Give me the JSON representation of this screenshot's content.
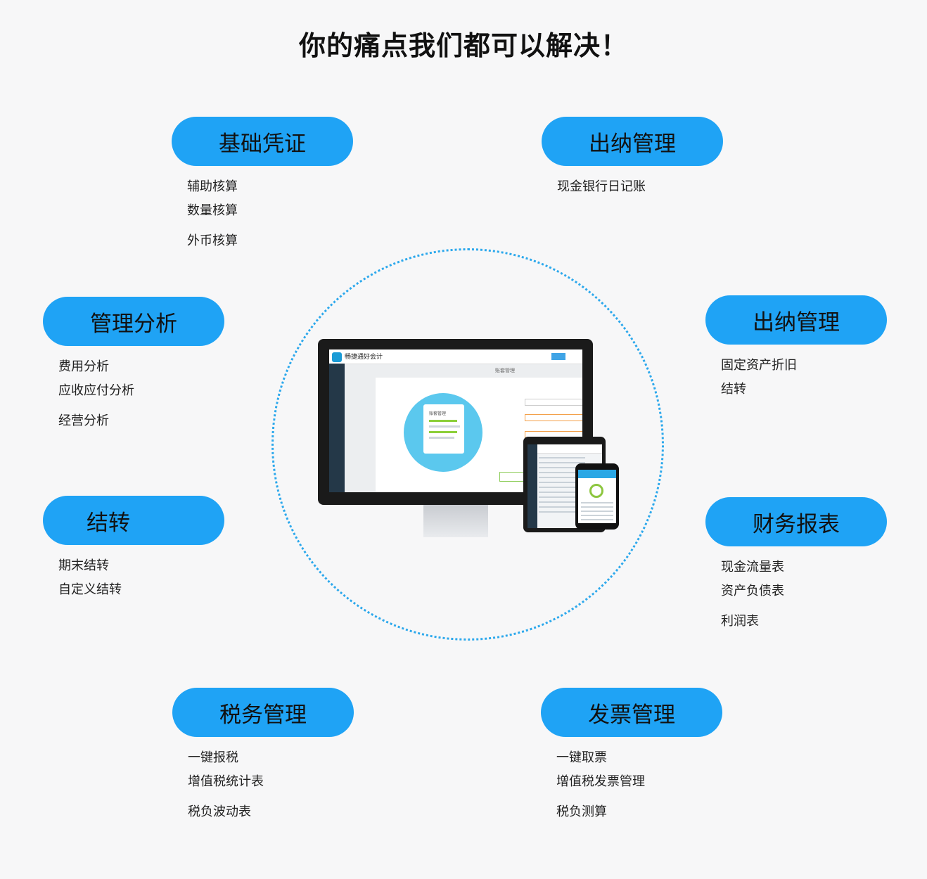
{
  "page": {
    "title": "你的痛点我们都可以解决！"
  },
  "modules": [
    {
      "title": "基础凭证",
      "items": [
        "辅助核算",
        "数量核算",
        "外币核算"
      ]
    },
    {
      "title": "出纳管理",
      "items": [
        "现金银行日记账"
      ]
    },
    {
      "title": "管理分析",
      "items": [
        "费用分析",
        "应收应付分析",
        "经营分析"
      ]
    },
    {
      "title": "出纳管理",
      "items": [
        "固定资产折旧",
        "结转"
      ]
    },
    {
      "title": "结转",
      "items": [
        "期末结转",
        "自定义结转"
      ]
    },
    {
      "title": "财务报表",
      "items": [
        "现金流量表",
        "资产负债表",
        "利润表"
      ]
    },
    {
      "title": "税务管理",
      "items": [
        "一键报税",
        "增值税统计表",
        "税负波动表"
      ]
    },
    {
      "title": "发票管理",
      "items": [
        "一键取票",
        "增值税发票管理",
        "税负测算"
      ]
    }
  ],
  "device_preview": {
    "app_name": "畅捷通好会计",
    "page_label": "账套管理",
    "doc_label": "账套管理"
  },
  "colors": {
    "accent": "#1fa3f5",
    "background": "#f7f7f8",
    "circle_border": "#2ca8ec"
  }
}
